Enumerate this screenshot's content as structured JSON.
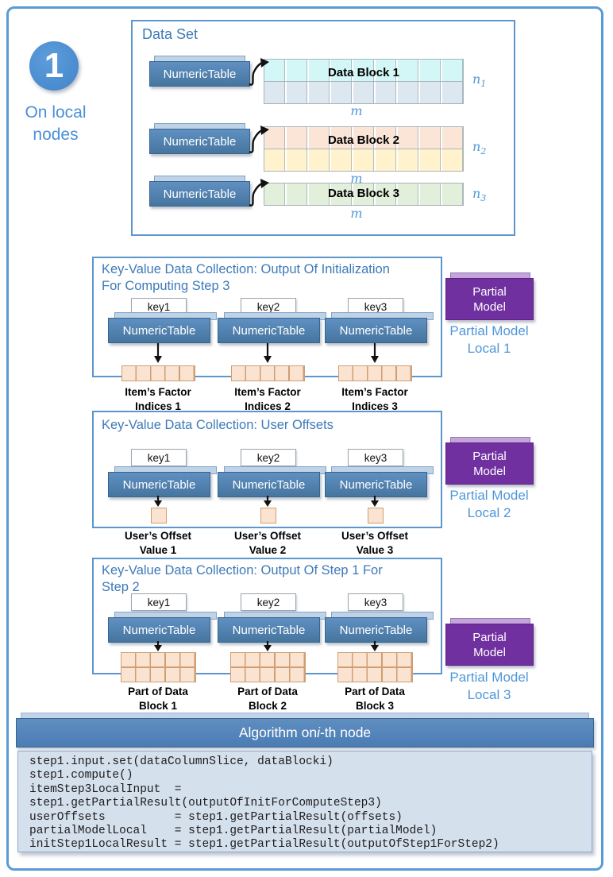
{
  "badge": {
    "number": "1",
    "caption": [
      "On local",
      "nodes"
    ]
  },
  "data_set": {
    "title": "Data Set",
    "table_label": "NumericTable",
    "columns_per_block": 9,
    "blocks": [
      {
        "label": "Data Block 1",
        "rows": 2,
        "row_colors": [
          "#d3f7f7",
          "#dde7f0"
        ],
        "height_var": "n",
        "height_sub": "1",
        "width_var": "m"
      },
      {
        "label": "Data Block 2",
        "rows": 2,
        "row_colors": [
          "#fbe5d6",
          "#fff2cc"
        ],
        "height_var": "n",
        "height_sub": "2",
        "width_var": "m"
      },
      {
        "label": "Data Block 3",
        "rows": 1,
        "row_colors": [
          "#e2efda"
        ],
        "height_var": "n",
        "height_sub": "3",
        "width_var": "m"
      }
    ]
  },
  "collections": [
    {
      "title": [
        "Key-Value Data Collection: Output Of Initialization",
        "For Computing Step 3"
      ],
      "keys": [
        "key1",
        "key2",
        "key3"
      ],
      "table_label": "NumericTable",
      "value_shape": "strip-1x5",
      "captions": [
        [
          "Item’s Factor",
          "Indices 1"
        ],
        [
          "Item’s Factor",
          "Indices 2"
        ],
        [
          "Item’s Factor",
          "Indices 3"
        ]
      ]
    },
    {
      "title": [
        "Key-Value Data Collection: User Offsets"
      ],
      "keys": [
        "key1",
        "key2",
        "key3"
      ],
      "table_label": "NumericTable",
      "value_shape": "single-cell",
      "captions": [
        [
          "User’s Offset",
          "Value 1"
        ],
        [
          "User’s Offset",
          "Value 2"
        ],
        [
          "User’s Offset",
          "Value 3"
        ]
      ]
    },
    {
      "title": [
        "Key-Value Data Collection: Output Of Step 1 For",
        "Step 2"
      ],
      "keys": [
        "key1",
        "key2",
        "key3"
      ],
      "table_label": "NumericTable",
      "value_shape": "grid-2x5",
      "captions": [
        [
          "Part of Data",
          "Block 1"
        ],
        [
          "Part of Data",
          "Block 2"
        ],
        [
          "Part of Data",
          "Block 3"
        ]
      ]
    }
  ],
  "partial_models": [
    {
      "box": [
        "Partial",
        "Model"
      ],
      "caption": [
        "Partial Model",
        "Local 1"
      ]
    },
    {
      "box": [
        "Partial",
        "Model"
      ],
      "caption": [
        "Partial Model",
        "Local 2"
      ]
    },
    {
      "box": [
        "Partial",
        "Model"
      ],
      "caption": [
        "Partial Model",
        "Local 3"
      ]
    }
  ],
  "algorithm": {
    "title": {
      "prefix": "Algorithm on ",
      "italic": "i",
      "suffix": "-th node"
    },
    "code": [
      "step1.input.set(dataColumnSlice, dataBlocki)",
      "step1.compute()",
      "itemStep3LocalInput  =",
      "step1.getPartialResult(outputOfInitForComputeStep3)",
      "userOffsets          = step1.getPartialResult(offsets)",
      "partialModelLocal    = step1.getPartialResult(partialModel)",
      "initStep1LocalResult = step1.getPartialResult(outputOfStep1ForStep2)"
    ]
  },
  "colors": {
    "frame_blue": "#5b9bd5",
    "title_blue": "#3d7ab8",
    "caption_blue": "#4f97d9",
    "numeric_table_blue": "#4a80b4",
    "partial_model_purple": "#7030a0",
    "value_peach": "#fbe3d2",
    "algorithm_bar_blue": "#4d80b8",
    "code_background": "#d5e0ed"
  }
}
